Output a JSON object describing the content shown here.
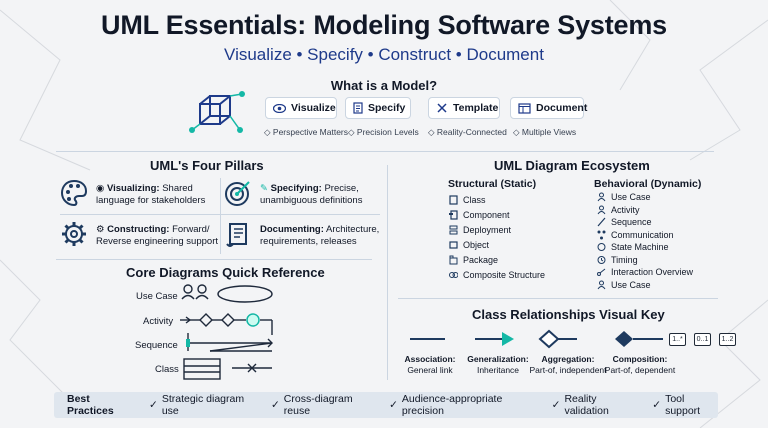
{
  "title": "UML Essentials: Modeling Software Systems",
  "subtitle": "Visualize • Specify • Construct • Document",
  "model": {
    "heading": "What is a Model?",
    "pills": [
      "Visualize",
      "Specify",
      "Template",
      "Document"
    ],
    "notes": [
      "Perspective Matters",
      "Precision Levels",
      "Reality-Connected",
      "Multiple Views"
    ]
  },
  "pillars": {
    "heading": "UML's Four Pillars",
    "items": [
      {
        "title": "Visualizing:",
        "text1": "Shared",
        "text2": "language for stakeholders"
      },
      {
        "title": "Specifying:",
        "text1": "Precise,",
        "text2": "unambiguous definitions"
      },
      {
        "title": "Constructing:",
        "text1": "Forward/",
        "text2": "Reverse engineering support"
      },
      {
        "title": "Documenting:",
        "text1": "Architecture,",
        "text2": "requirements, releases"
      }
    ]
  },
  "core": {
    "heading": "Core Diagrams Quick Reference",
    "labels": [
      "Use Case",
      "Activity",
      "Sequence",
      "Class"
    ]
  },
  "ecosystem": {
    "heading": "UML Diagram Ecosystem",
    "structural_heading": "Structural (Static)",
    "structural": [
      "Class",
      "Component",
      "Deployment",
      "Object",
      "Package",
      "Composite Structure"
    ],
    "behavioral_heading": "Behavioral (Dynamic)",
    "behavioral": [
      "Use Case",
      "Activity",
      "Sequence",
      "Communication",
      "State Machine",
      "Timing",
      "Interaction Overview",
      "Use Case"
    ]
  },
  "relationships": {
    "heading": "Class Relationships Visual Key",
    "items": [
      {
        "name": "Association:",
        "desc": "General link"
      },
      {
        "name": "Generalization:",
        "desc": "Inheritance"
      },
      {
        "name": "Aggregation:",
        "desc": "Part-of, independent"
      },
      {
        "name": "Composition:",
        "desc": "Part-of, dependent"
      }
    ],
    "multiplicities": [
      "1..*",
      "0..1",
      "1..2"
    ]
  },
  "best_practices": {
    "label": "Best Practices",
    "items": [
      "Strategic diagram use",
      "Cross-diagram reuse",
      "Audience-appropriate precision",
      "Reality validation",
      "Tool support"
    ]
  },
  "colors": {
    "accent": "#1e3a8a",
    "teal": "#14b8a6",
    "dark": "#1e3a5f"
  }
}
